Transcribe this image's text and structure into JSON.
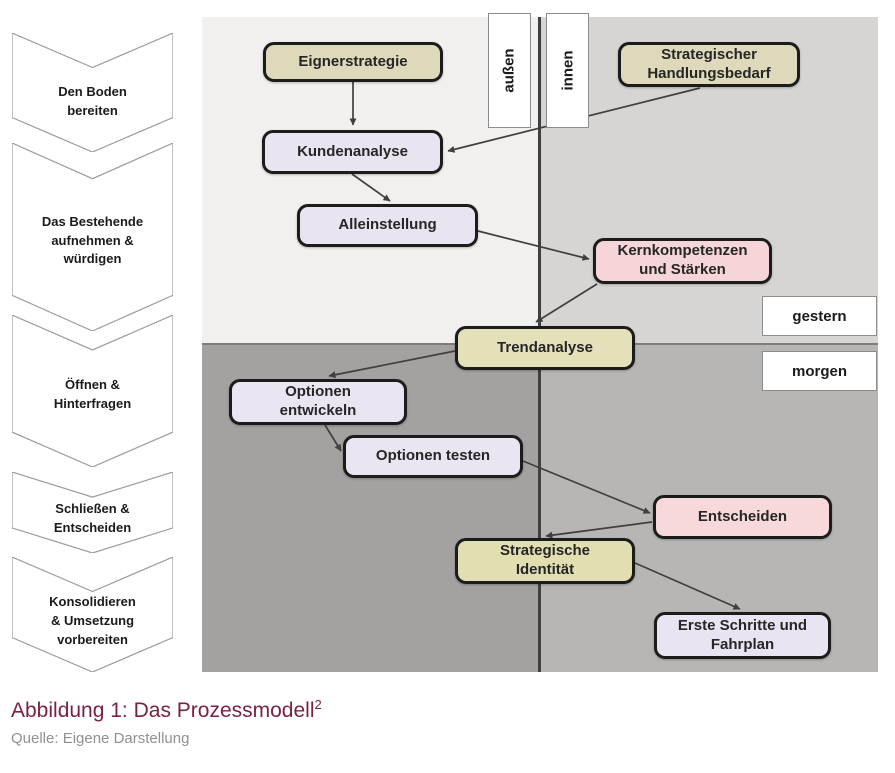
{
  "caption": {
    "title": "Abbildung 1: Das Prozessmodell",
    "footnote_marker": "2",
    "source": "Quelle: Eigene Darstellung",
    "title_color": "#7b2243"
  },
  "phases": [
    {
      "label": "Den Boden\nbereiten"
    },
    {
      "label": "Das Bestehende\naufnehmen &\nwürdigen"
    },
    {
      "label": "Öffnen &\nHinterfragen"
    },
    {
      "label": "Schließen &\nEntscheiden"
    },
    {
      "label": "Konsolidieren\n& Umsetzung\nvorbereiten"
    }
  ],
  "quadrants": {
    "outside_yesterday": "#f1f0ee",
    "inside_yesterday": "#d7d5d3",
    "outside_tomorrow": "#a3a2a0",
    "inside_tomorrow": "#b7b6b4",
    "divider_vertical": "#3f3f3f",
    "divider_horizontal": "#7d7d7d"
  },
  "axis_labels": {
    "outside": "außen",
    "inside": "innen",
    "yesterday": "gestern",
    "tomorrow": "morgen"
  },
  "nodes": [
    {
      "id": "eignerstrategie",
      "label": "Eignerstrategie",
      "fill": "#ded9ba"
    },
    {
      "id": "strategischer-handlungsbedarf",
      "label": "Strategischer\nHandlungsbedarf",
      "fill": "#ded9ba"
    },
    {
      "id": "kundenanalyse",
      "label": "Kundenanalyse",
      "fill": "#e9e4ef"
    },
    {
      "id": "alleinstellung",
      "label": "Alleinstellung",
      "fill": "#e9e4ef"
    },
    {
      "id": "kernkompetenzen",
      "label": "Kernkompetenzen\nund Stärken",
      "fill": "#f6d5d8"
    },
    {
      "id": "trendanalyse",
      "label": "Trendanalyse",
      "fill": "#e3e0ba"
    },
    {
      "id": "optionen-entwickeln",
      "label": "Optionen\nentwickeln",
      "fill": "#eae5f0"
    },
    {
      "id": "optionen-testen",
      "label": "Optionen testen",
      "fill": "#eae5f0"
    },
    {
      "id": "entscheiden",
      "label": "Entscheiden",
      "fill": "#f8d9db"
    },
    {
      "id": "strategische-identitaet",
      "label": "Strategische\nIdentität",
      "fill": "#e1deb2"
    },
    {
      "id": "erste-schritte",
      "label": "Erste Schritte und\nFahrplan",
      "fill": "#e9e4f1"
    }
  ],
  "arrow_color": "#3f3f3f"
}
